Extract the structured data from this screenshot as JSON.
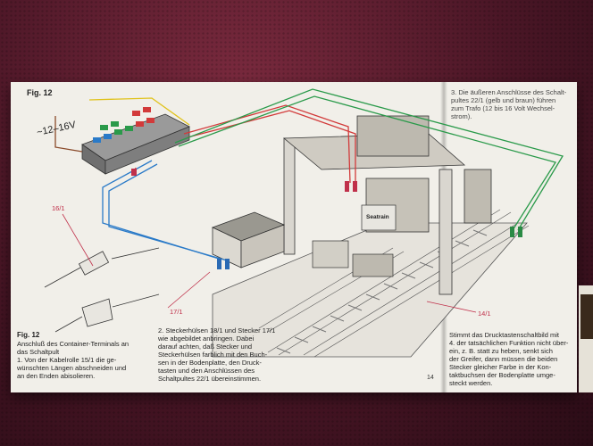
{
  "figure_label_top": "Fig. 12",
  "voltage_label": "~12–16V",
  "part_labels": {
    "rail_16_1": "16/1",
    "socket_17_1": "17/1",
    "socket_14_1": "14/1",
    "container_sign": "Seatrain",
    "page_number": "14"
  },
  "caption": {
    "figure_label": "Fig. 12",
    "lines": [
      "Anschluß des Container-Terminals an",
      "das Schaltpult",
      "1. Von der Kabelrolle 15/1 die ge-",
      "wünschten Längen abschneiden und",
      "an den Enden abisolieren."
    ]
  },
  "step2": {
    "lines": [
      "2. Steckerhülsen 18/1 und Stecker 17/1",
      "wie abgebildet anbringen. Dabei",
      "darauf achten, daß Stecker und",
      "Steckerhülsen farblich mit den Buch-",
      "sen in der Bodenplatte, den Druck-",
      "tasten und den Anschlüssen des",
      "Schaltpultes 22/1 übereinstimmen."
    ]
  },
  "step3": {
    "lines": [
      "3. Die äußeren Anschlüsse des Schalt-",
      "pultes 22/1 (gelb und braun) führen",
      "zum Trafo (12 bis 16 Volt Wechsel-",
      "strom)."
    ]
  },
  "step4": {
    "lines": [
      "Stimmt das Drucktastenschaltbild mit",
      "4. der tatsächlichen Funktion nicht über-",
      "ein, z. B. statt zu heben, senkt sich",
      "der Greifer, dann müssen die beiden",
      "Stecker gleicher Farbe in der Kon-",
      "taktbuchsen der Bodenplatte umge-",
      "steckt werden."
    ]
  },
  "colors": {
    "leather": "#5a1a2e",
    "paper": "#f1efe9",
    "wire_yellow": "#e0c21a",
    "wire_brown": "#8a4a2a",
    "wire_red": "#d23a3a",
    "wire_green": "#2a9a4a",
    "wire_blue": "#2a7ac8",
    "label_red": "#c0304a"
  }
}
